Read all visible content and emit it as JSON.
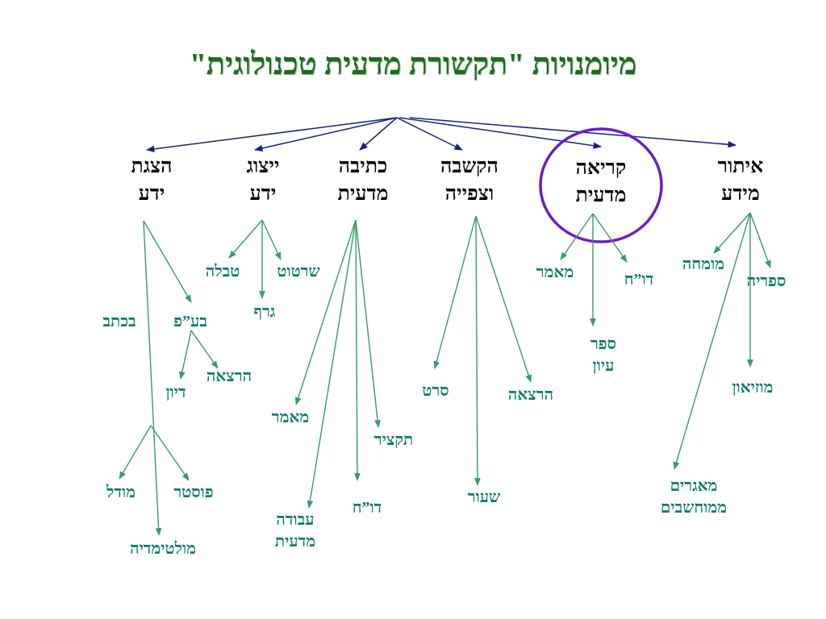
{
  "title": "מיומנויות \"תקשורת מדעית טכנולוגית\"",
  "colors": {
    "title": "#1f6b1f",
    "category_text": "#000000",
    "sub_text": "#0d7a6a",
    "top_arrows": "#1a237e",
    "sub_arrows": "#3a9a6a",
    "highlight_ring": "#6a1fc2"
  },
  "categories": {
    "c1": {
      "line1": "איתור",
      "line2": "מידע"
    },
    "c2": {
      "line1": "קריאה",
      "line2": "מדעית"
    },
    "c3": {
      "line1": "הקשבה",
      "line2": "וצפייה"
    },
    "c4": {
      "line1": "כתיבה",
      "line2": "מדעית"
    },
    "c5": {
      "line1": "ייצוג",
      "line2": "ידע"
    },
    "c6": {
      "line1": "הצגת",
      "line2": "ידע"
    }
  },
  "subitems": {
    "momcheh": "מומחה",
    "sifriya": "ספריה",
    "muzeon": "מוזיאון",
    "maagarim1": "מאגרים",
    "maagarim2": "ממוחשבים",
    "maamar_r": "מאמר",
    "duach_r": "דו”ח",
    "sefer1": "ספר",
    "sefer2": "עיון",
    "seret": "סרט",
    "hartzaa_l": "הרצאה",
    "shiur": "שעור",
    "maamar_w": "מאמר",
    "taktzir": "תקציר",
    "duach_w": "דו”ח",
    "avoda1": "עבודה",
    "avoda2": "מדעית",
    "sirtut": "שרטוט",
    "tavla": "טבלה",
    "graf": "גרף",
    "baal_pe": "בע”פ",
    "bichtav": "בכתב",
    "hartzaa_p": "הרצאה",
    "diyun": "דיון",
    "poster": "פוסטר",
    "model": "מודל",
    "multimedia": "מולטימדיה"
  }
}
